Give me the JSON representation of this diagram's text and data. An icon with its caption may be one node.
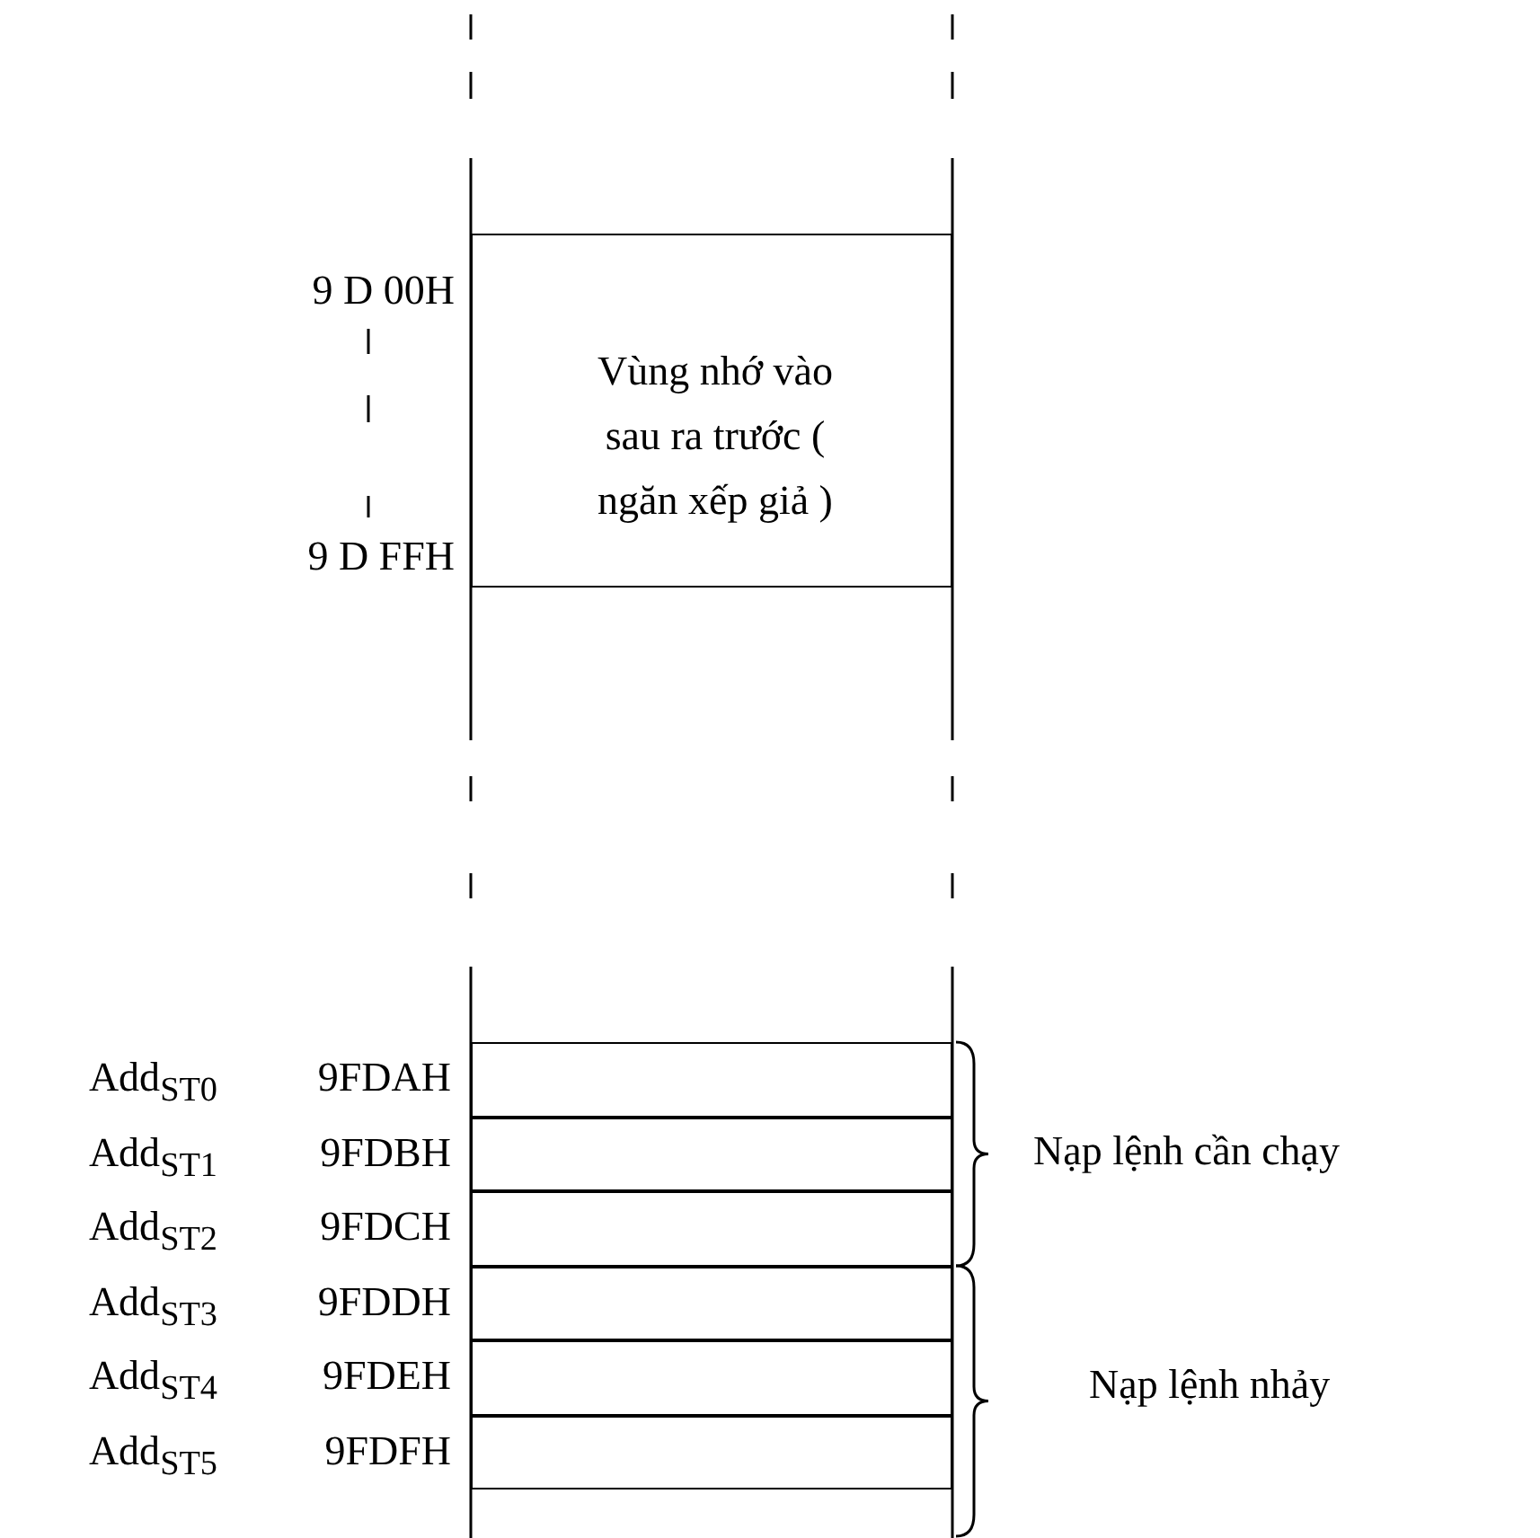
{
  "diagram": {
    "nodes": [
      {
        "text": [
          "Vùng nhớ vào sau ra trước ( ngăn xếp giả )"
        ],
        "beside": [
          "9 D 00H",
          "9 D FFH"
        ]
      },
      {
        "text": [],
        "shape": "box",
        "beside": [
          "Add$_{ST0}$",
          "9FDAH"
        ]
      },
      {
        "text": [],
        "shape": "box",
        "beside": [
          "Add$_{ST1}$",
          "9FDBH"
        ]
      },
      {
        "text": [],
        "shape": "box",
        "beside": [
          "Add$_{ST2}$",
          "9FDCH"
        ]
      },
      {
        "text": [],
        "shape": "box",
        "beside": [
          "Add$_{ST3}$",
          "9FDDH"
        ]
      },
      {
        "text": [],
        "shape": "box",
        "beside": [
          "Add$_{ST4}$",
          "9FDEH"
        ]
      },
      {
        "text": [],
        "shape": "box",
        "beside": [
          "Add$_{ST5}$",
          "9FDFH"
        ]
      }
    ],
    "labels": [
      "Nạp lệnh cần chạy",
      "Nạp lệnh nhảy"
    ]
  }
}
